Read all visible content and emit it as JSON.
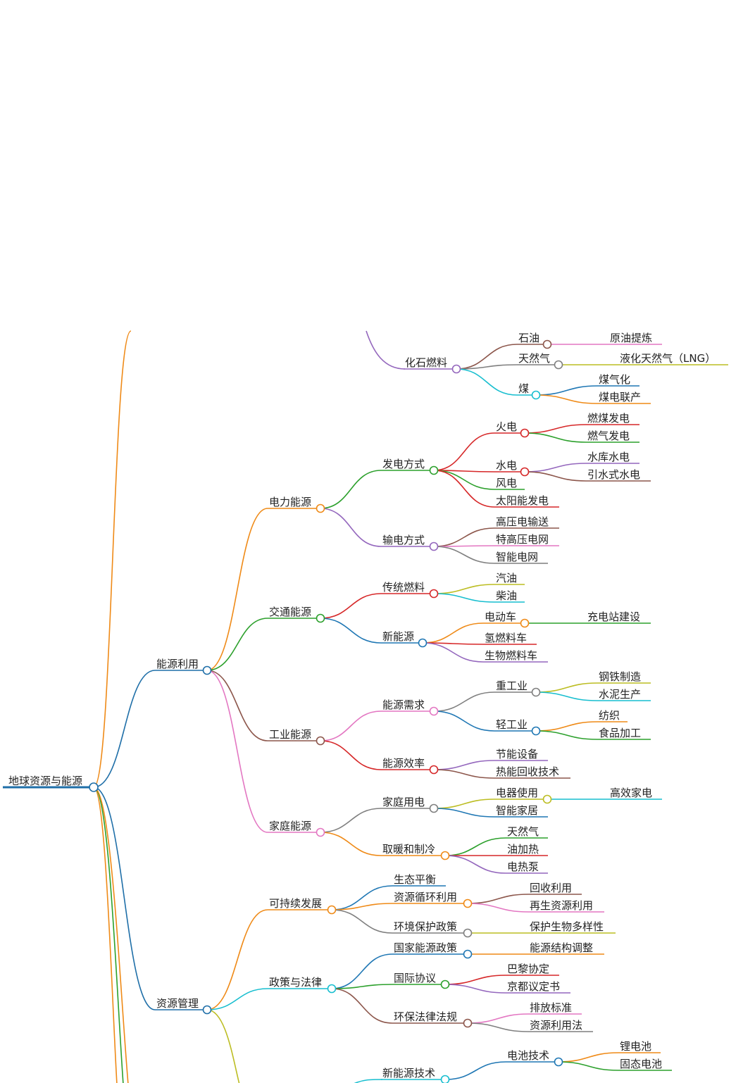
{
  "diagram": {
    "type": "mindmap",
    "root": "地球资源与能源",
    "branch_colors": {
      "root": "#1f6fa8",
      "orange": "#ef8a17",
      "green": "#2ca02c",
      "purple": "#9467bd",
      "brown": "#8c564b",
      "pink": "#e377c2",
      "red": "#d62728",
      "olive": "#bcbd22",
      "cyan": "#17becf",
      "gray": "#7f7f7f",
      "blue": "#1f77b4"
    },
    "nodes": [
      {
        "id": "root",
        "text": "地球资源与能源"
      },
      {
        "id": "n_nengyuan",
        "text": "能源利用"
      },
      {
        "id": "n_ziyuan",
        "text": "资源管理"
      },
      {
        "id": "n_huashi",
        "text": "化石燃料"
      },
      {
        "id": "n_shiyou",
        "text": "石油"
      },
      {
        "id": "n_yuanyou",
        "text": "原油提炼"
      },
      {
        "id": "n_tianranqi",
        "text": "天然气"
      },
      {
        "id": "n_lng",
        "text": "液化天然气（LNG）"
      },
      {
        "id": "n_mei",
        "text": "煤"
      },
      {
        "id": "n_meiqihua",
        "text": "煤气化"
      },
      {
        "id": "n_meidian",
        "text": "煤电联产"
      },
      {
        "id": "n_dianli",
        "text": "电力能源"
      },
      {
        "id": "n_fadian",
        "text": "发电方式"
      },
      {
        "id": "n_huodian",
        "text": "火电"
      },
      {
        "id": "n_ranmei",
        "text": "燃煤发电"
      },
      {
        "id": "n_ranqi",
        "text": "燃气发电"
      },
      {
        "id": "n_shuidian",
        "text": "水电"
      },
      {
        "id": "n_shuiku",
        "text": "水库水电"
      },
      {
        "id": "n_yinshui",
        "text": "引水式水电"
      },
      {
        "id": "n_fengdian",
        "text": "风电"
      },
      {
        "id": "n_taiyang",
        "text": "太阳能发电"
      },
      {
        "id": "n_shudian",
        "text": "输电方式"
      },
      {
        "id": "n_gaoya",
        "text": "高压电输送"
      },
      {
        "id": "n_tegaoya",
        "text": "特高压电网"
      },
      {
        "id": "n_zhineng",
        "text": "智能电网"
      },
      {
        "id": "n_jiaotong",
        "text": "交通能源"
      },
      {
        "id": "n_chuantong",
        "text": "传统燃料"
      },
      {
        "id": "n_qiyou",
        "text": "汽油"
      },
      {
        "id": "n_chaiyou",
        "text": "柴油"
      },
      {
        "id": "n_xinnengyuan",
        "text": "新能源"
      },
      {
        "id": "n_diandong",
        "text": "电动车"
      },
      {
        "id": "n_chongdian",
        "text": "充电站建设"
      },
      {
        "id": "n_qingran",
        "text": "氢燃料车"
      },
      {
        "id": "n_shengwu",
        "text": "生物燃料车"
      },
      {
        "id": "n_gongye",
        "text": "工业能源"
      },
      {
        "id": "n_xuqiu",
        "text": "能源需求"
      },
      {
        "id": "n_zhonggong",
        "text": "重工业"
      },
      {
        "id": "n_gangtie",
        "text": "钢铁制造"
      },
      {
        "id": "n_shuini",
        "text": "水泥生产"
      },
      {
        "id": "n_qinggong",
        "text": "轻工业"
      },
      {
        "id": "n_fangzhi",
        "text": "纺织"
      },
      {
        "id": "n_shipin",
        "text": "食品加工"
      },
      {
        "id": "n_xiaolv",
        "text": "能源效率"
      },
      {
        "id": "n_jieneng",
        "text": "节能设备"
      },
      {
        "id": "n_reneng",
        "text": "热能回收技术"
      },
      {
        "id": "n_jiating",
        "text": "家庭能源"
      },
      {
        "id": "n_jiatingyongdian",
        "text": "家庭用电"
      },
      {
        "id": "n_dianqi",
        "text": "电器使用"
      },
      {
        "id": "n_gaoxiao",
        "text": "高效家电"
      },
      {
        "id": "n_zhinengjiaju",
        "text": "智能家居"
      },
      {
        "id": "n_qunuan",
        "text": "取暖和制冷"
      },
      {
        "id": "n_tianranqi2",
        "text": "天然气"
      },
      {
        "id": "n_youjiare",
        "text": "油加热"
      },
      {
        "id": "n_rebeng",
        "text": "电热泵"
      },
      {
        "id": "n_kechixu",
        "text": "可持续发展"
      },
      {
        "id": "n_shengtai",
        "text": "生态平衡"
      },
      {
        "id": "n_xunhuan",
        "text": "资源循环利用"
      },
      {
        "id": "n_huishou",
        "text": "回收利用"
      },
      {
        "id": "n_zaisheng",
        "text": "再生资源利用"
      },
      {
        "id": "n_huanbao",
        "text": "环境保护政策"
      },
      {
        "id": "n_duoyang",
        "text": "保护生物多样性"
      },
      {
        "id": "n_zhengce",
        "text": "政策与法律"
      },
      {
        "id": "n_guojia",
        "text": "国家能源政策"
      },
      {
        "id": "n_jiegou",
        "text": "能源结构调整"
      },
      {
        "id": "n_guoji",
        "text": "国际协议"
      },
      {
        "id": "n_bali",
        "text": "巴黎协定"
      },
      {
        "id": "n_jingdu",
        "text": "京都议定书"
      },
      {
        "id": "n_huanbaofa",
        "text": "环保法律法规"
      },
      {
        "id": "n_paifang",
        "text": "排放标准"
      },
      {
        "id": "n_liyongfa",
        "text": "资源利用法"
      },
      {
        "id": "n_xinjishu",
        "text": "新能源技术"
      },
      {
        "id": "n_dianchi",
        "text": "电池技术"
      },
      {
        "id": "n_lidian",
        "text": "锂电池"
      },
      {
        "id": "n_guti",
        "text": "固态电池"
      }
    ]
  }
}
